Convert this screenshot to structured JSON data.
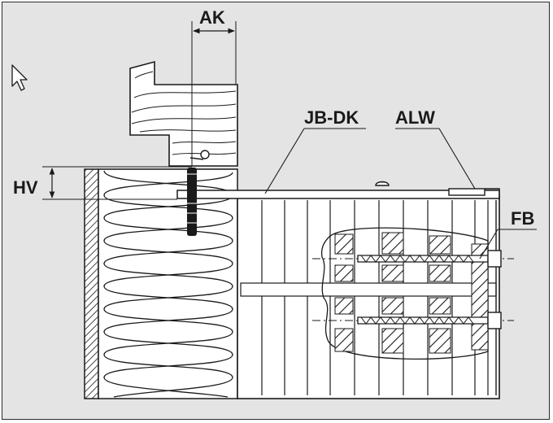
{
  "labels": {
    "ak": "AK",
    "hv": "HV",
    "jbdk": "JB-DK",
    "alw": "ALW",
    "fb": "FB"
  },
  "icons": {
    "cursor": "mouse-pointer-icon"
  },
  "colors": {
    "background": "#e4e4e4",
    "line": "#1a1a1a",
    "fill": "#ffffff"
  }
}
